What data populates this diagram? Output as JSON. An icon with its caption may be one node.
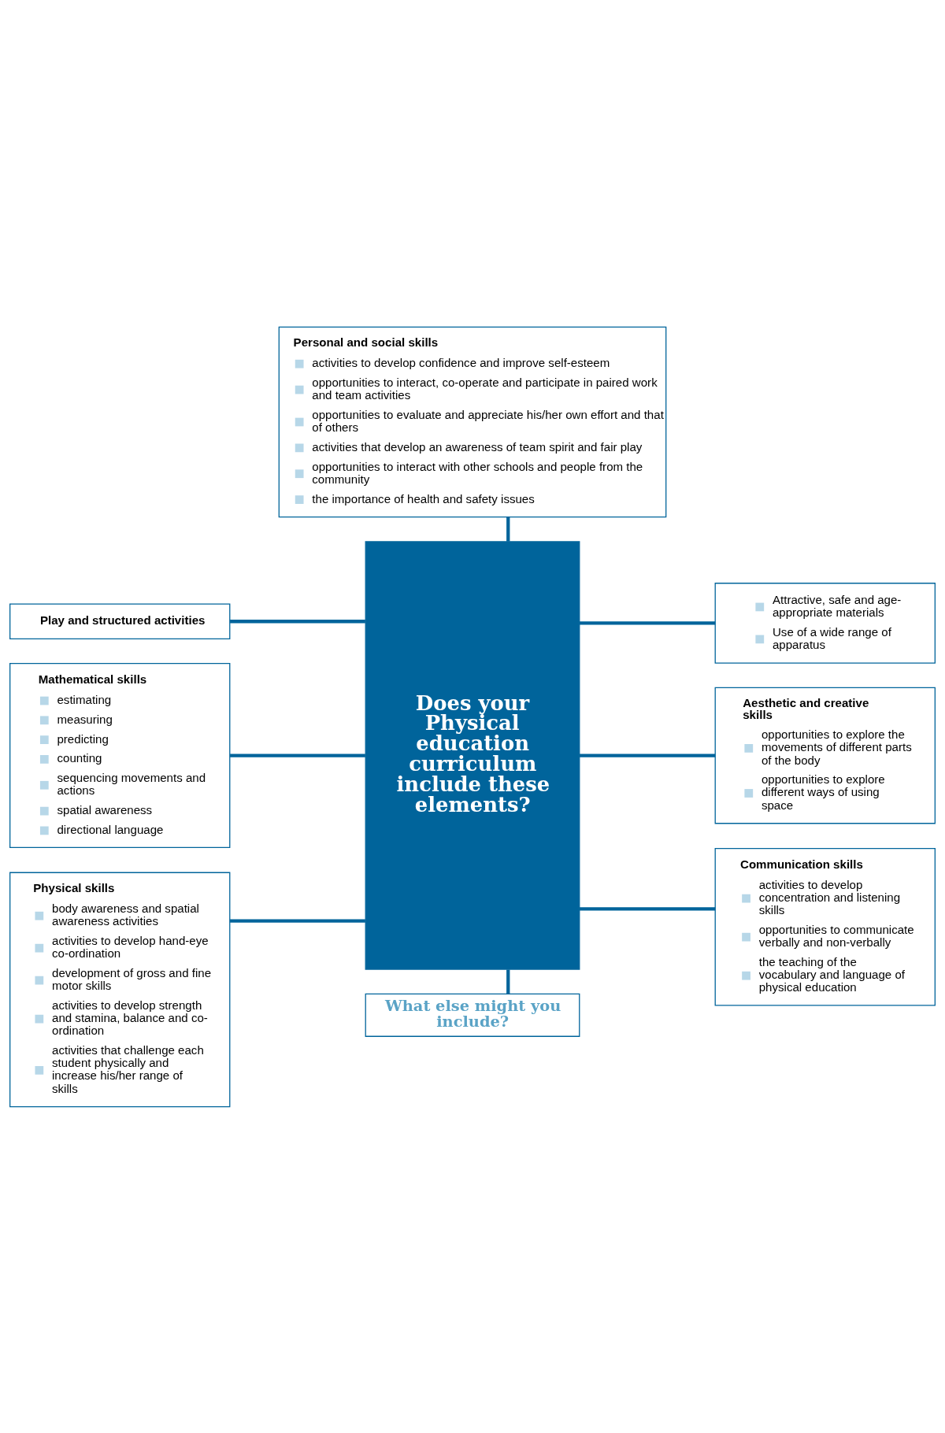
{
  "diagram": {
    "nodes": [
      {
        "text": [
          "Personal and social skills",
          "activities to develop confidence and improve self-esteem",
          "opportunities to interact, co-operate and participate in paired work and team activities",
          "opportunities to evaluate and appreciate his/her own effort and that of others",
          "activities that develop an awareness of team spirit and fair play",
          "opportunities to interact with other schools and people from the community",
          "the importance of health and safety issues"
        ]
      },
      {
        "text": [
          "Play and structured activities"
        ]
      },
      {
        "text": [
          "Attractive, safe and age-appropriate materials",
          "Use of a wide range of apparatus"
        ]
      },
      {
        "text": [
          "Does your Physical education curriculum include these elements?"
        ]
      },
      {
        "text": [
          "Mathematical skills",
          "estimating",
          "measuring",
          "predicting",
          "counting",
          "sequencing movements and actions",
          "spatial awareness",
          "directional language"
        ]
      },
      {
        "text": [
          "Aesthetic and creative skills",
          "opportunities to explore the movements of different parts of the body",
          "opportunities to explore different ways of using space"
        ]
      },
      {
        "text": [
          "Physical skills",
          "body awareness and spatial awareness activities",
          "activities to develop hand-eye co-ordination",
          "development of gross and fine motor skills",
          "activities to develop strength and stamina, balance and co-ordination",
          "activities that challenge each student physically and increase his/her range of skills"
        ]
      },
      {
        "text": [
          "Communication skills",
          "activities to develop concentration and listening skills",
          "opportunities to communicate verbally and non-verbally",
          "the teaching of the vocabulary and language of physical education"
        ]
      },
      {
        "text": [
          "What else might you include?"
        ]
      }
    ],
    "edges": [
      {
        "from": 0,
        "to": 3,
        "arrow": "none"
      },
      {
        "from": 1,
        "to": 3,
        "arrow": "none"
      },
      {
        "from": 3,
        "to": 2,
        "arrow": "none"
      },
      {
        "from": 4,
        "to": 3,
        "arrow": "none"
      },
      {
        "from": 3,
        "to": 5,
        "arrow": "none"
      },
      {
        "from": 6,
        "to": 3,
        "arrow": "none"
      },
      {
        "from": 3,
        "to": 7,
        "arrow": "none"
      },
      {
        "from": 3,
        "to": 8,
        "arrow": "none"
      }
    ]
  }
}
